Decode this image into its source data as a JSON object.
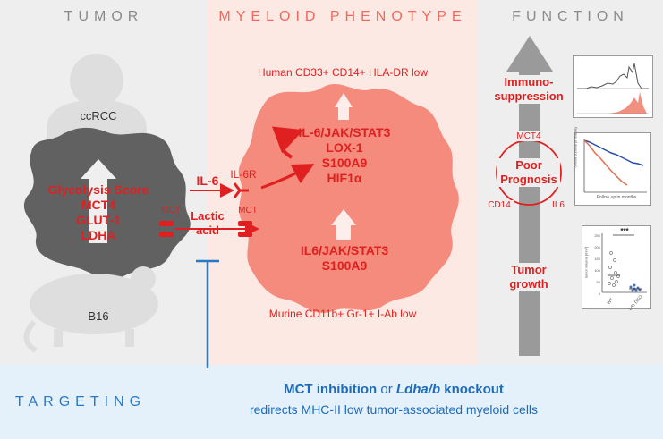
{
  "headers": {
    "tumor": "TUMOR",
    "myeloid": "MYELOID PHENOTYPE",
    "function": "FUNCTION",
    "targeting": "TARGETING"
  },
  "tumor": {
    "human_label": "ccRCC",
    "mouse_label": "B16",
    "markers": [
      "Glycolysis Score",
      "MCT4",
      "GLUT-1",
      "LDHA"
    ]
  },
  "signals": {
    "il6": "IL-6",
    "il6r": "IL-6R",
    "mct_left": "MCT",
    "mct_right": "MCT",
    "lactic_line1": "Lactic",
    "lactic_line2": "acid"
  },
  "myeloid": {
    "human_phenotype": "Human CD33+ CD14+ HLA-DR low",
    "murine_phenotype": "Murine CD11b+ Gr-1+ I-Ab low",
    "upper_markers": [
      "IL-6/JAK/STAT3",
      "LOX-1",
      "S100A9",
      "HIF1α"
    ],
    "lower_markers": [
      "IL6/JAK/STAT3",
      "S100A9"
    ]
  },
  "function": {
    "immuno_line1": "Immuno-",
    "immuno_line2": "suppression",
    "poor_line1": "Poor",
    "poor_line2": "Prognosis",
    "mct4": "MCT4",
    "cd14": "CD14",
    "il6": "IL6",
    "tumor_line1": "Tumor",
    "tumor_line2": "growth",
    "survival_ylabel": "overall survival probability",
    "survival_xlabel": "Follow up in months",
    "growth_ylabel": "tumor volume [mm³]",
    "growth_sig": "***",
    "growth_wt": "WT",
    "growth_ko": "Ldh DKO",
    "growth_yticks": [
      "250",
      "200",
      "150",
      "100",
      "50",
      "0"
    ]
  },
  "targeting": {
    "line1_part1": "MCT inhibition",
    "line1_part2": " or ",
    "line1_part3": "Ldha/b",
    "line1_part4": " knockout",
    "line2": "redirects MHC-II low tumor-associated myeloid cells"
  },
  "colors": {
    "red": "#e02020",
    "salmon": "#ef6a5a",
    "blob": "#f58b7c",
    "gray_arrow": "#9a9a9a",
    "blue": "#2a79c6"
  }
}
